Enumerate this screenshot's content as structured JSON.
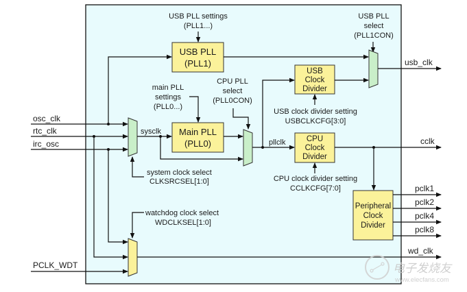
{
  "diagram": {
    "title": "LPC17xx clock generation block diagram",
    "colors": {
      "background": "#ffffff",
      "chip_fill": "#e8fbfd",
      "block_fill": "#fbf29a",
      "block_border": "#333333",
      "mux_green": "#c9efc9",
      "mux_yellow": "#fbf29a",
      "wire": "#111111",
      "watermark": "#c8c8c8"
    },
    "inputs": {
      "osc_clk": "osc_clk",
      "rtc_clk": "rtc_clk",
      "irc_osc": "irc_osc",
      "pclk_wdt": "PCLK_WDT"
    },
    "outputs": {
      "usb_clk": "usb_clk",
      "cclk": "cclk",
      "pclk1": "pclk1",
      "pclk2": "pclk2",
      "pclk4": "pclk4",
      "pclk8": "pclk8",
      "wd_clk": "wd_clk"
    },
    "blocks": {
      "usb_pll": [
        "USB PLL",
        "(PLL1)"
      ],
      "main_pll": [
        "Main PLL",
        "(PLL0)"
      ],
      "usb_clock_divider": [
        "USB",
        "Clock",
        "Divider"
      ],
      "cpu_clock_divider": [
        "CPU",
        "Clock",
        "Divider"
      ],
      "peripheral_clock_divider": [
        "Peripheral",
        "Clock",
        "Divider"
      ]
    },
    "annotations": {
      "usb_pll_settings": [
        "USB PLL settings",
        "(PLL1...)"
      ],
      "usb_pll_select": [
        "USB PLL",
        "select",
        "(PLL1CON)"
      ],
      "main_pll_settings": [
        "main PLL",
        "settings",
        "(PLL0...)"
      ],
      "cpu_pll_select": [
        "CPU PLL",
        "select",
        "(PLL0CON)"
      ],
      "usb_clock_divider_setting": [
        "USB clock divider setting",
        "USBCLKCFG[3:0]"
      ],
      "cpu_clock_divider_setting": [
        "CPU clock divider setting",
        "CCLKCFG[7:0]"
      ],
      "system_clock_select": [
        "system clock select",
        "CLKSRCSEL[1:0]"
      ],
      "watchdog_clock_select": [
        "watchdog clock select",
        "WDCLKSEL[1:0]"
      ]
    },
    "internal_signals": {
      "sysclk": "sysclk",
      "pllclk": "pllclk"
    },
    "watermark": {
      "brand": "电子发烧友",
      "url": "www.elecfans.com"
    }
  }
}
